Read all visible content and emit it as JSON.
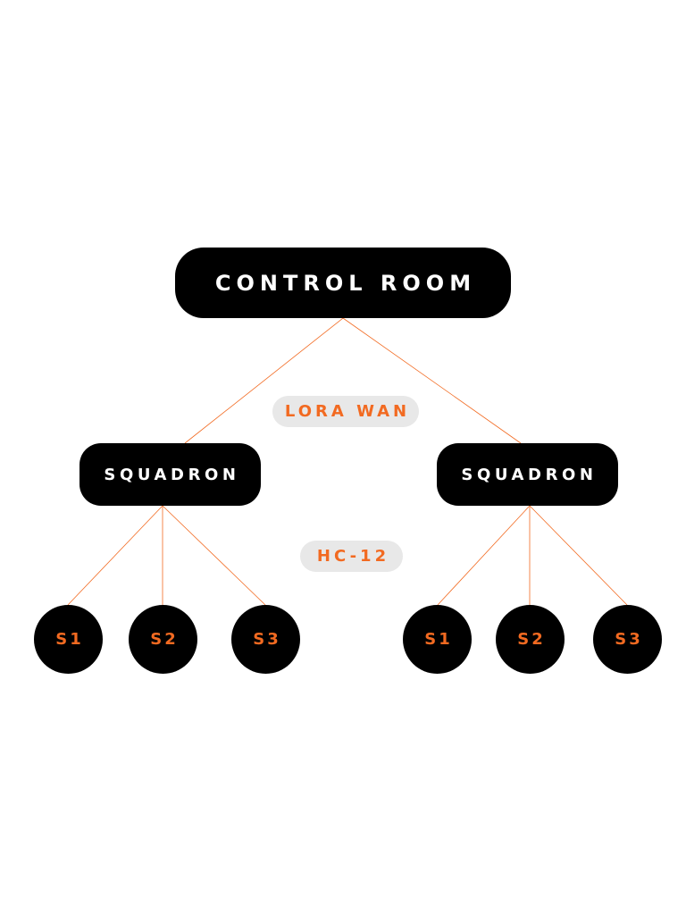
{
  "colors": {
    "accent": "#f26a21",
    "node_fill": "#000000",
    "node_text": "#ffffff",
    "tag_fill": "#e8e8e8"
  },
  "root": {
    "label": "CONTROL ROOM"
  },
  "links": {
    "upper": "LORA WAN",
    "lower": "HC-12"
  },
  "squadrons": [
    {
      "label": "SQUADRON",
      "sensors": [
        "S1",
        "S2",
        "S3"
      ]
    },
    {
      "label": "SQUADRON",
      "sensors": [
        "S1",
        "S2",
        "S3"
      ]
    }
  ]
}
